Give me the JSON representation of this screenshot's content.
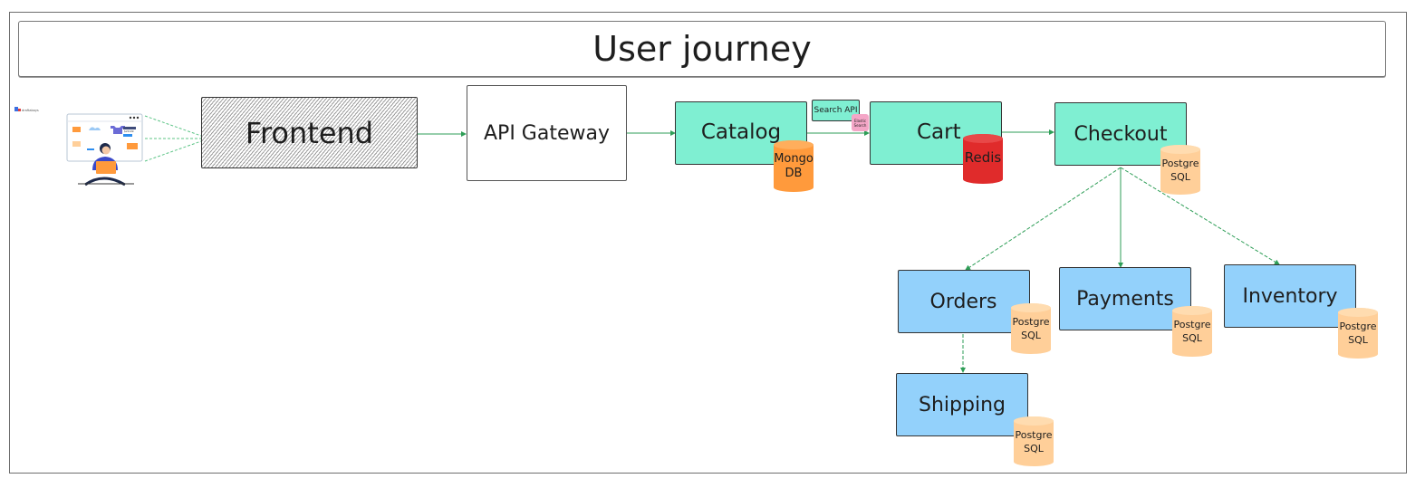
{
  "title": "User journey",
  "nodes": {
    "frontend": "Frontend",
    "api_gateway": "API Gateway",
    "catalog": "Catalog",
    "search_api": "Search API",
    "elastic_search": "Elastic Search",
    "cart": "Cart",
    "checkout": "Checkout",
    "orders": "Orders",
    "payments": "Payments",
    "inventory": "Inventory",
    "shipping": "Shipping"
  },
  "databases": {
    "mongodb": {
      "line1": "Mongo",
      "line2": "DB",
      "color": "#ff9a3c"
    },
    "redis": {
      "line1": "Redis",
      "line2": "",
      "color": "#e02b2b"
    },
    "postgres": {
      "line1": "Postgre",
      "line2": "SQL",
      "color": "#ffcf99"
    }
  },
  "colors": {
    "service_green": "#7fefd2",
    "service_blue": "#93d1fb",
    "edge": "#2e9e57",
    "elastic_pink": "#f4a6c7"
  },
  "illustration": {
    "logo_text": "draftaboys",
    "card_label": "$29.99"
  }
}
